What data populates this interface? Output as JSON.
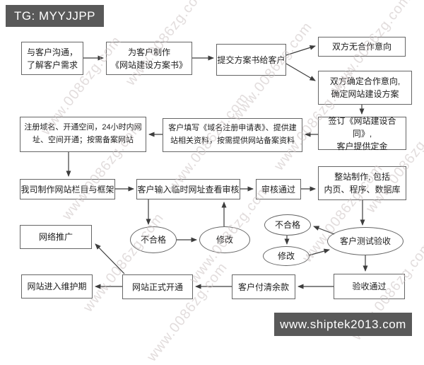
{
  "header": {
    "tag": "TG: MYYJJPP"
  },
  "footer": {
    "url": "www.shiptek2013.com"
  },
  "watermark": {
    "text": "www.0086zg.com"
  },
  "flowchart": {
    "nodes": {
      "communicate": "与客户沟通，\n了解客户需求",
      "make_proposal": "为客户制作\n《网站建设方案书》",
      "submit_proposal": "提交方案书给客户",
      "no_intent": "双方无合作意向",
      "confirm_intent": "双方确定合作意向,\n确定网站建设方案",
      "register_domain": "注册域名、开通空间，24小时内网\n址、空间开通；按需备案网站",
      "fill_form": "客户填写《域名注册申请表》、提供建\n站相关资料，按需提供网站备案资料",
      "sign_contract": "签订《网站建设合同》,\n客户提供定金",
      "build_framework": "我司制作网站栏目与框架",
      "client_review": "客户输入临时网址查看审核",
      "review_pass": "审核通过",
      "full_build": "整站制作, 包括\n内页、程序、数据库",
      "fail_left": "不合格",
      "revise_left": "修改",
      "fail_right": "不合格",
      "revise_right": "修改",
      "client_test": "客户测试验收",
      "promotion": "网络推广",
      "maintenance": "网站进入维护期",
      "launch": "网站正式开通",
      "final_payment": "客户付清余款",
      "acceptance": "验收通过"
    }
  }
}
